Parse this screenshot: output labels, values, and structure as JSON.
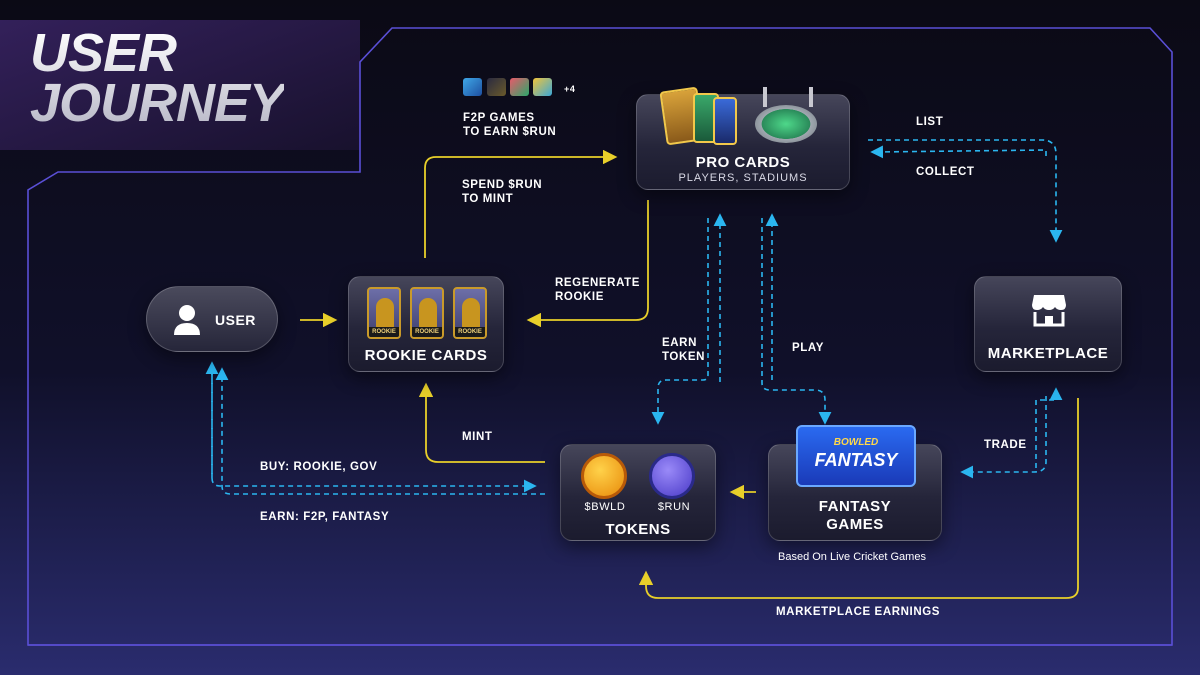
{
  "title": {
    "line1": "USER",
    "line2": "JOURNEY"
  },
  "games": {
    "more": "+4",
    "label_line1": "F2P GAMES",
    "label_line2": "TO EARN $RUN"
  },
  "nodes": {
    "user": "USER",
    "rookie": {
      "title": "ROOKIE CARDS",
      "card_band": "ROOKIE"
    },
    "pro": {
      "title": "PRO CARDS",
      "subtitle": "PLAYERS, STADIUMS"
    },
    "marketplace": "MARKETPLACE",
    "tokens": {
      "title": "TOKENS",
      "bwld": "$BWLD",
      "run": "$RUN"
    },
    "fantasy": {
      "title_line1": "FANTASY",
      "title_line2": "GAMES",
      "caption": "Based On Live Cricket Games",
      "logo_top": "BOWLED",
      "logo_main": "FANTASY"
    }
  },
  "edges": {
    "spend": {
      "line1": "SPEND $RUN",
      "line2": "TO MINT"
    },
    "list": "LIST",
    "collect": "COLLECT",
    "regenerate": {
      "line1": "REGENERATE",
      "line2": "ROOKIE"
    },
    "earn_token": {
      "line1": "EARN",
      "line2": "TOKEN"
    },
    "play": "PLAY",
    "mint": "MINT",
    "trade": "TRADE",
    "buy": "BUY: ROOKIE, GOV",
    "earn": "EARN: F2P, FANTASY",
    "marketplace_earnings": "MARKETPLACE EARNINGS"
  },
  "colors": {
    "solid_arrow": "#e8cf2a",
    "dashed_arrow": "#2bb6f0",
    "frame": "#5a4fd6",
    "title_panel": "#2a1a4e"
  }
}
